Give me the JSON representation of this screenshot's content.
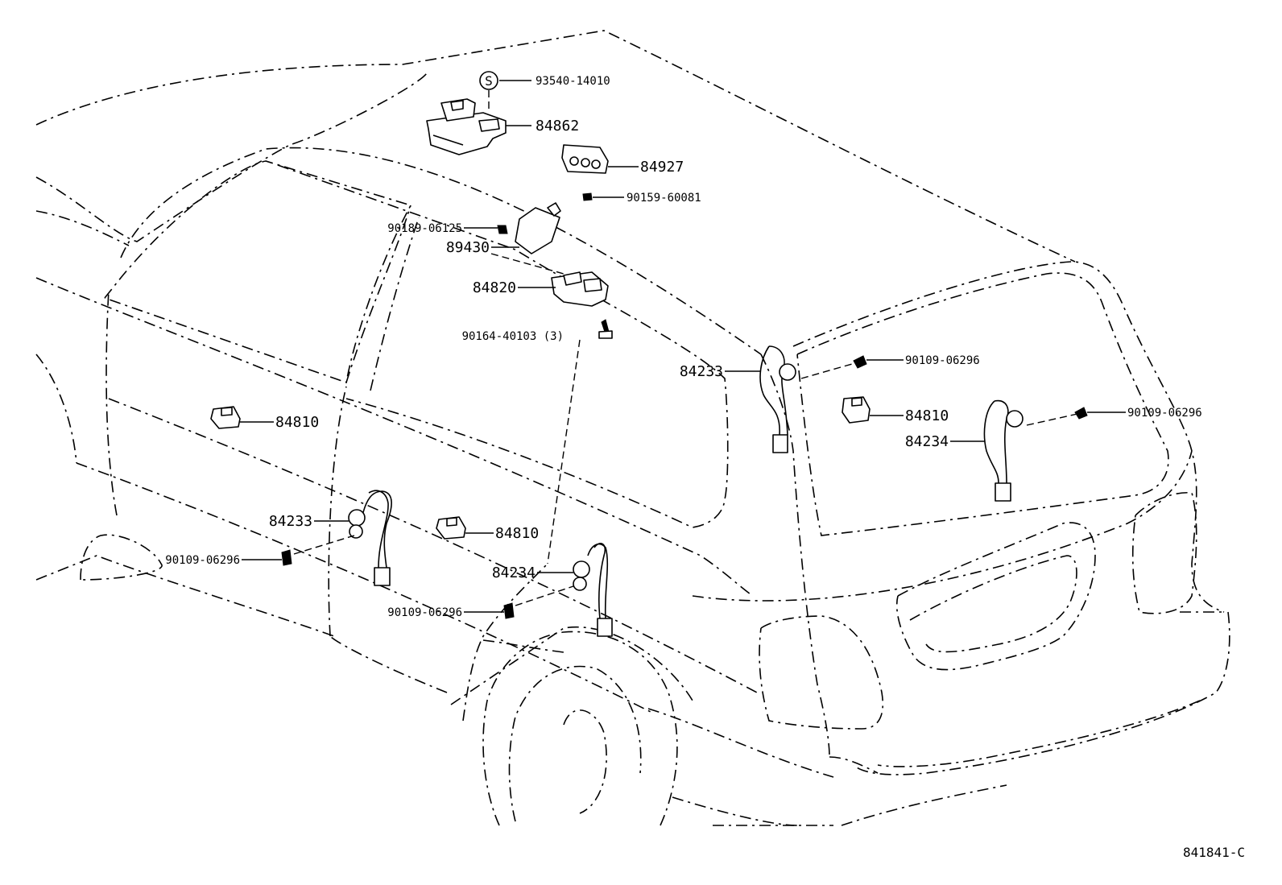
{
  "diagram_id": "841841-C",
  "symbol_s": "S",
  "callouts": {
    "p93540_14010": "93540-14010",
    "p84862": "84862",
    "p84927": "84927",
    "p90159_60081": "90159-60081",
    "p90189_06125": "90189-06125",
    "p89430": "89430",
    "p84820": "84820",
    "p90164_40103": "90164-40103 (3)",
    "p84233_rear": "84233",
    "p90109_06296_rear_a": "90109-06296",
    "p84810_rear": "84810",
    "p90109_06296_rear_b": "90109-06296",
    "p84234_rear": "84234",
    "p84810_front": "84810",
    "p84233_front": "84233",
    "p90109_06296_front": "90109-06296",
    "p84810_mid": "84810",
    "p84234_mid": "84234",
    "p90109_06296_mid": "90109-06296"
  }
}
